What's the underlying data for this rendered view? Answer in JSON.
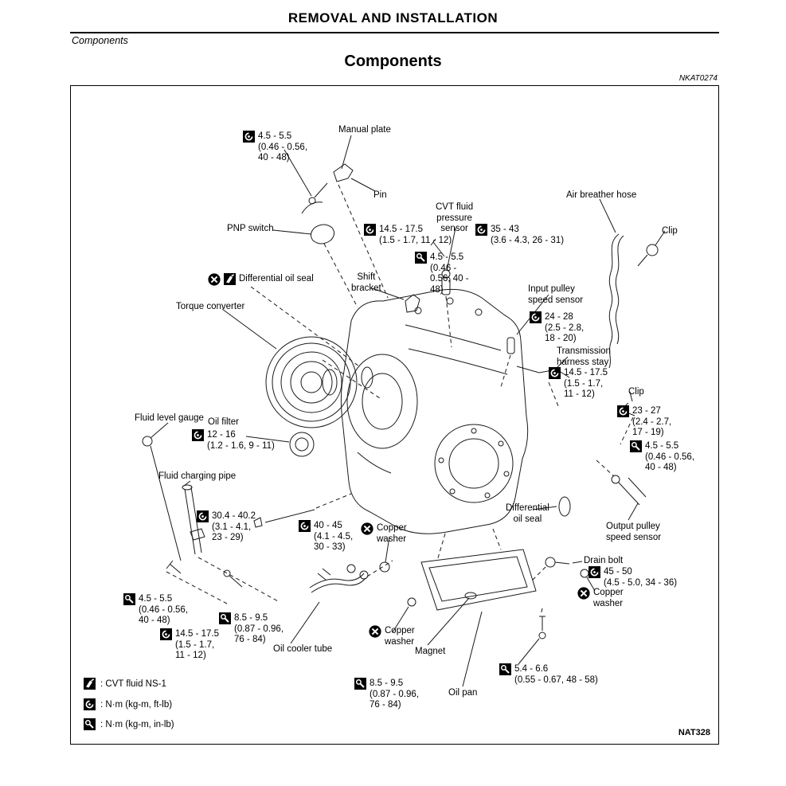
{
  "page": {
    "header_title": "REMOVAL AND INSTALLATION",
    "header_section": "Components",
    "diagram_title": "Components",
    "code_top_right": "NKAT0274",
    "code_bottom_right": "NAT328"
  },
  "legend": {
    "cvt_fluid": ": CVT fluid NS-1",
    "torque_ftlb": ": N·m (kg-m, ft-lb)",
    "torque_inlb": ": N·m (kg-m, in-lb)"
  },
  "labels": {
    "manual_plate": "Manual plate",
    "pin": "Pin",
    "pnp_switch": "PNP switch",
    "cvt_fluid_pressure_sensor": "CVT fluid\npressure\nsensor",
    "air_breather_hose": "Air breather hose",
    "clip_top": "Clip",
    "differential_oil_seal_left": "Differential oil seal",
    "shift_bracket": "Shift\nbracket",
    "torque_converter": "Torque converter",
    "input_pulley_speed_sensor": "Input pulley\nspeed sensor",
    "transmission_harness_stay": "Transmission\nharness stay",
    "clip_right": "Clip",
    "fluid_level_gauge": "Fluid level gauge",
    "oil_filter": "Oil filter",
    "fluid_charging_pipe": "Fluid charging pipe",
    "copper_washer_mid": "Copper\nwasher",
    "differential_oil_seal_right": "Differential\noil seal",
    "output_pulley_speed_sensor": "Output pulley\nspeed sensor",
    "oil_cooler_tube": "Oil cooler tube",
    "copper_washer_bottom": "Copper\nwasher",
    "magnet": "Magnet",
    "oil_pan": "Oil pan",
    "drain_bolt": "Drain bolt",
    "copper_washer_right": "Copper\nwasher"
  },
  "torques": {
    "manual_plate": "4.5 - 5.5\n(0.46 - 0.56,\n40 - 48)",
    "manual_shaft": "14.5 - 17.5\n(1.5 - 1.7, 11 - 12)",
    "pressure_sensor_boss": "35 - 43\n(3.6 - 4.3, 26 - 31)",
    "pressure_sensor_bolt": "4.5 - 5.5\n(0.46 -\n0.56, 40 -\n48)",
    "input_pulley_sensor": "24 - 28\n(2.5 - 2.8,\n18 - 20)",
    "harness_stay": "14.5 - 17.5\n(1.5 - 1.7,\n11 - 12)",
    "clip_bolt": "23 - 27\n(2.4 - 2.7,\n17 - 19)",
    "output_sensor_bolt": "4.5 - 5.5\n(0.46 - 0.56,\n40 - 48)",
    "oil_filter": "12 - 16\n(1.2 - 1.6, 9 - 11)",
    "fluid_charging_pipe": "30.4 - 40.2\n(3.1 - 4.1,\n23 - 29)",
    "case_bolt": "40 - 45\n(4.1 - 4.5,\n30 - 33)",
    "gauge_bracket_bolt": "4.5 - 5.5\n(0.46 - 0.56,\n40 - 48)",
    "cooler_tube_bolt": "14.5 - 17.5\n(1.5 - 1.7,\n11 - 12)",
    "cooler_tube_flare": "8.5 - 9.5\n(0.87 - 0.96,\n76 - 84)",
    "oil_pan_bolt": "8.5 - 9.5\n(0.87 - 0.96,\n76 - 84)",
    "drain_bolt": "45 - 50\n(4.5 - 5.0, 34 - 36)",
    "drain_area_bolt": "5.4 - 6.6\n(0.55 - 0.67, 48 - 58)"
  }
}
